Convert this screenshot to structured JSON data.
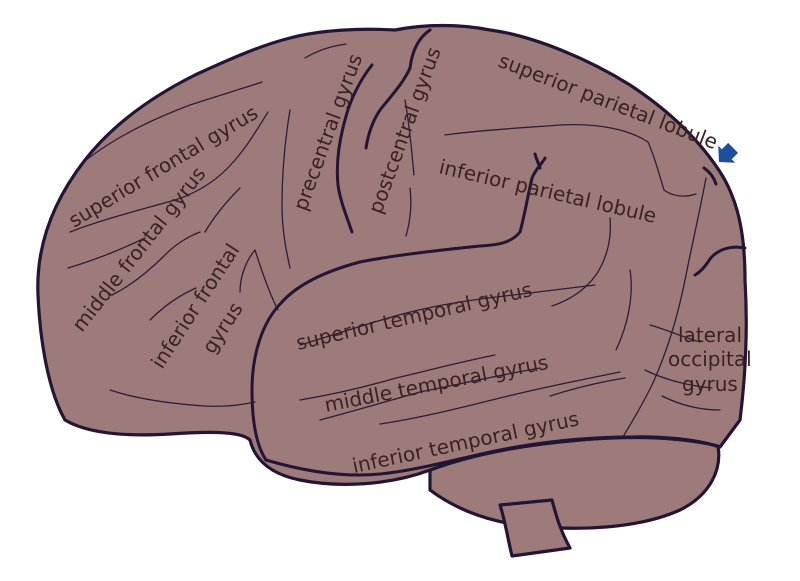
{
  "colors": {
    "brain_fill": "#9e7b7b",
    "outline": "#231533",
    "label_text": "#3a2222",
    "arrow": "#1f4f9c",
    "background": "#ffffff"
  },
  "labels": {
    "superior_frontal_gyrus": "superior frontal gyrus",
    "middle_frontal_gyrus": "middle frontal gyrus",
    "inferior_frontal_gyrus_line1": "inferior frontal",
    "inferior_frontal_gyrus_line2": "gyrus",
    "precentral_gyrus": "precentral gyrus",
    "postcentral_gyrus": "postcentral gyrus",
    "superior_parietal_lobule": "superior parietal lobule",
    "inferior_parietal_lobule": "inferior parietal lobule",
    "superior_temporal_gyrus": "superior temporal gyrus",
    "middle_temporal_gyrus": "middle temporal gyrus",
    "inferior_temporal_gyrus": "inferior temporal gyrus",
    "lateral_occipital_gyrus_line1": "lateral",
    "lateral_occipital_gyrus_line2": "occipital",
    "lateral_occipital_gyrus_line3": "gyrus"
  },
  "icons": {
    "pointer": "arrow-pointer-icon"
  }
}
